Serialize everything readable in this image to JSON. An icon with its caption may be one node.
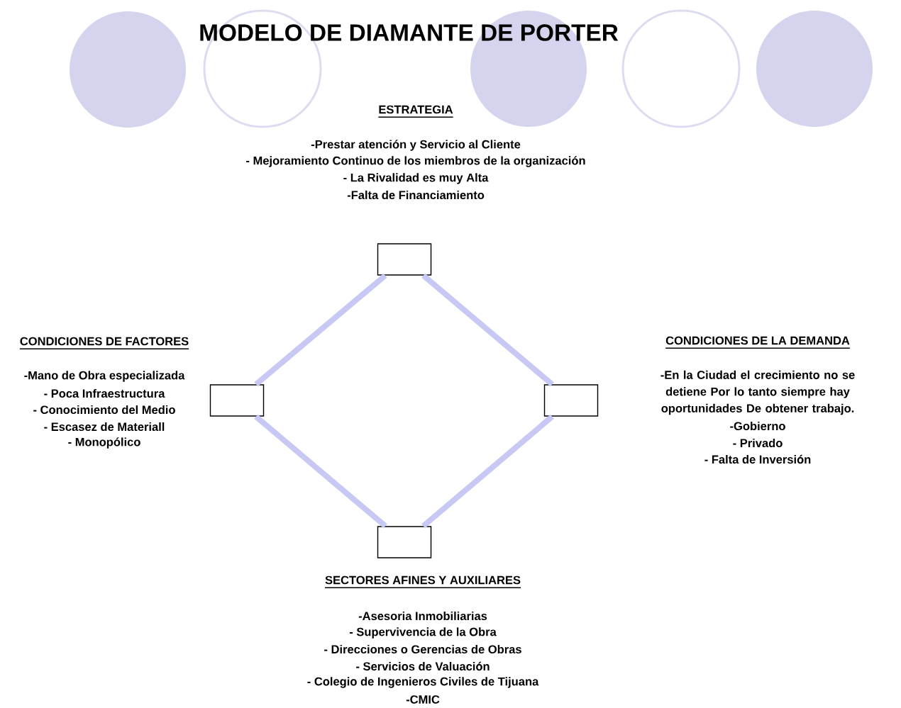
{
  "diagram": {
    "title": "MODELO DE DIAMANTE DE PORTER",
    "nodes": [
      {
        "text": [],
        "shape": "box"
      },
      {
        "text": [],
        "shape": "box"
      },
      {
        "text": [],
        "shape": "box"
      },
      {
        "text": [],
        "shape": "box"
      }
    ],
    "edges": [
      {
        "from": 0,
        "to": 2,
        "arrow": "none"
      },
      {
        "from": 2,
        "to": 3,
        "arrow": "none"
      },
      {
        "from": 3,
        "to": 1,
        "arrow": "none"
      },
      {
        "from": 1,
        "to": 0,
        "arrow": "none"
      }
    ],
    "labels": [
      "ESTRATEGIA",
      "-Prestar atención y Servicio al Cliente",
      "- Mejoramiento Continuo de los miembros de la organización",
      "- La Rivalidad es muy Alta",
      "-Falta de Financiamiento",
      "CONDICIONES DE FACTORES",
      "-Mano de Obra especializada",
      "- Poca Infraestructura",
      "- Conocimiento del Medio",
      "- Escasez de Materiall",
      "- Monopólico",
      "CONDICIONES DE LA DEMANDA",
      "-En la Ciudad el crecimiento no se detiene Por lo tanto siempre hay oportunidades De obtener trabajo.",
      "-Gobierno",
      "- Privado",
      "- Falta de Inversión",
      "SECTORES AFINES Y AUXILIARES",
      "-Asesoria Inmobiliarias",
      "- Supervivencia de la Obra",
      "- Direcciones o Gerencias de Obras",
      "- Servicios de Valuación",
      "- Colegio de Ingenieros Civiles de Tijuana",
      "-CMIC"
    ]
  }
}
